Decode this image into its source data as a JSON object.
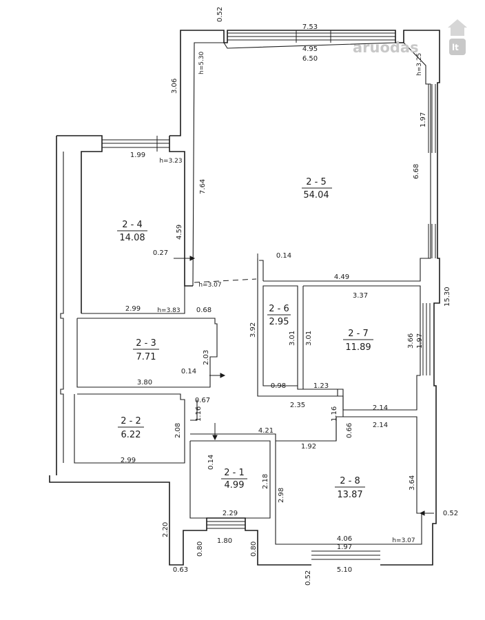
{
  "watermark": {
    "brand": "aruodas",
    "domain": "lt"
  },
  "rooms": [
    {
      "id": "2 - 1",
      "area": "4.99"
    },
    {
      "id": "2 - 2",
      "area": "6.22"
    },
    {
      "id": "2 - 3",
      "area": "7.71"
    },
    {
      "id": "2 - 4",
      "area": "14.08"
    },
    {
      "id": "2 - 5",
      "area": "54.04"
    },
    {
      "id": "2 - 6",
      "area": "2.95"
    },
    {
      "id": "2 - 7",
      "area": "11.89"
    },
    {
      "id": "2 - 8",
      "area": "13.87"
    }
  ],
  "dimensions": {
    "top_052": "0.52",
    "top_753": "7.53",
    "top_495": "4.95",
    "top_650": "6.50",
    "left_306": "3.06",
    "h_530": "h=5.30",
    "h_325": "h=3.25",
    "right_197a": "1.97",
    "right_668": "6.68",
    "r24_199": "1.99",
    "h_323": "h=3.23",
    "r5_764": "7.64",
    "r24_459": "4.59",
    "r24_027": "0.27",
    "mid_014": "0.14",
    "mid_449": "4.49",
    "right_1530": "15.30",
    "h_307a": "h=3.07",
    "r24_299": "2.99",
    "h_383": "h=3.83",
    "r23_068": "0.68",
    "r27_337": "3.37",
    "r26_392": "3.92",
    "r26_301a": "3.01",
    "r26_301b": "3.01",
    "r27_366": "3.66",
    "r27_197": "1.97",
    "r23_203": "2.03",
    "r23_014": "0.14",
    "r23_380": "3.80",
    "r26_098": "0.98",
    "r26_123": "1.23",
    "c_235": "2.35",
    "c_214a": "2.14",
    "c_067": "0.67",
    "c_116a": "1.16",
    "c_116b": "1.16",
    "c_066": "0.66",
    "c_214b": "2.14",
    "r22_208": "2.08",
    "c_421": "4.21",
    "c_192": "1.92",
    "r22_299": "2.99",
    "r21_014": "0.14",
    "r21_218": "2.18",
    "r28_298": "2.98",
    "r28_364": "3.64",
    "r21_229": "2.29",
    "right_052": "0.52",
    "b_220": "2.20",
    "b_180": "1.80",
    "b_080a": "0.80",
    "b_080b": "0.80",
    "r28_406": "4.06",
    "r28_197": "1.97",
    "h_307b": "h=3.07",
    "b_063": "0.63",
    "b_052": "0.52",
    "b_510": "5.10"
  }
}
